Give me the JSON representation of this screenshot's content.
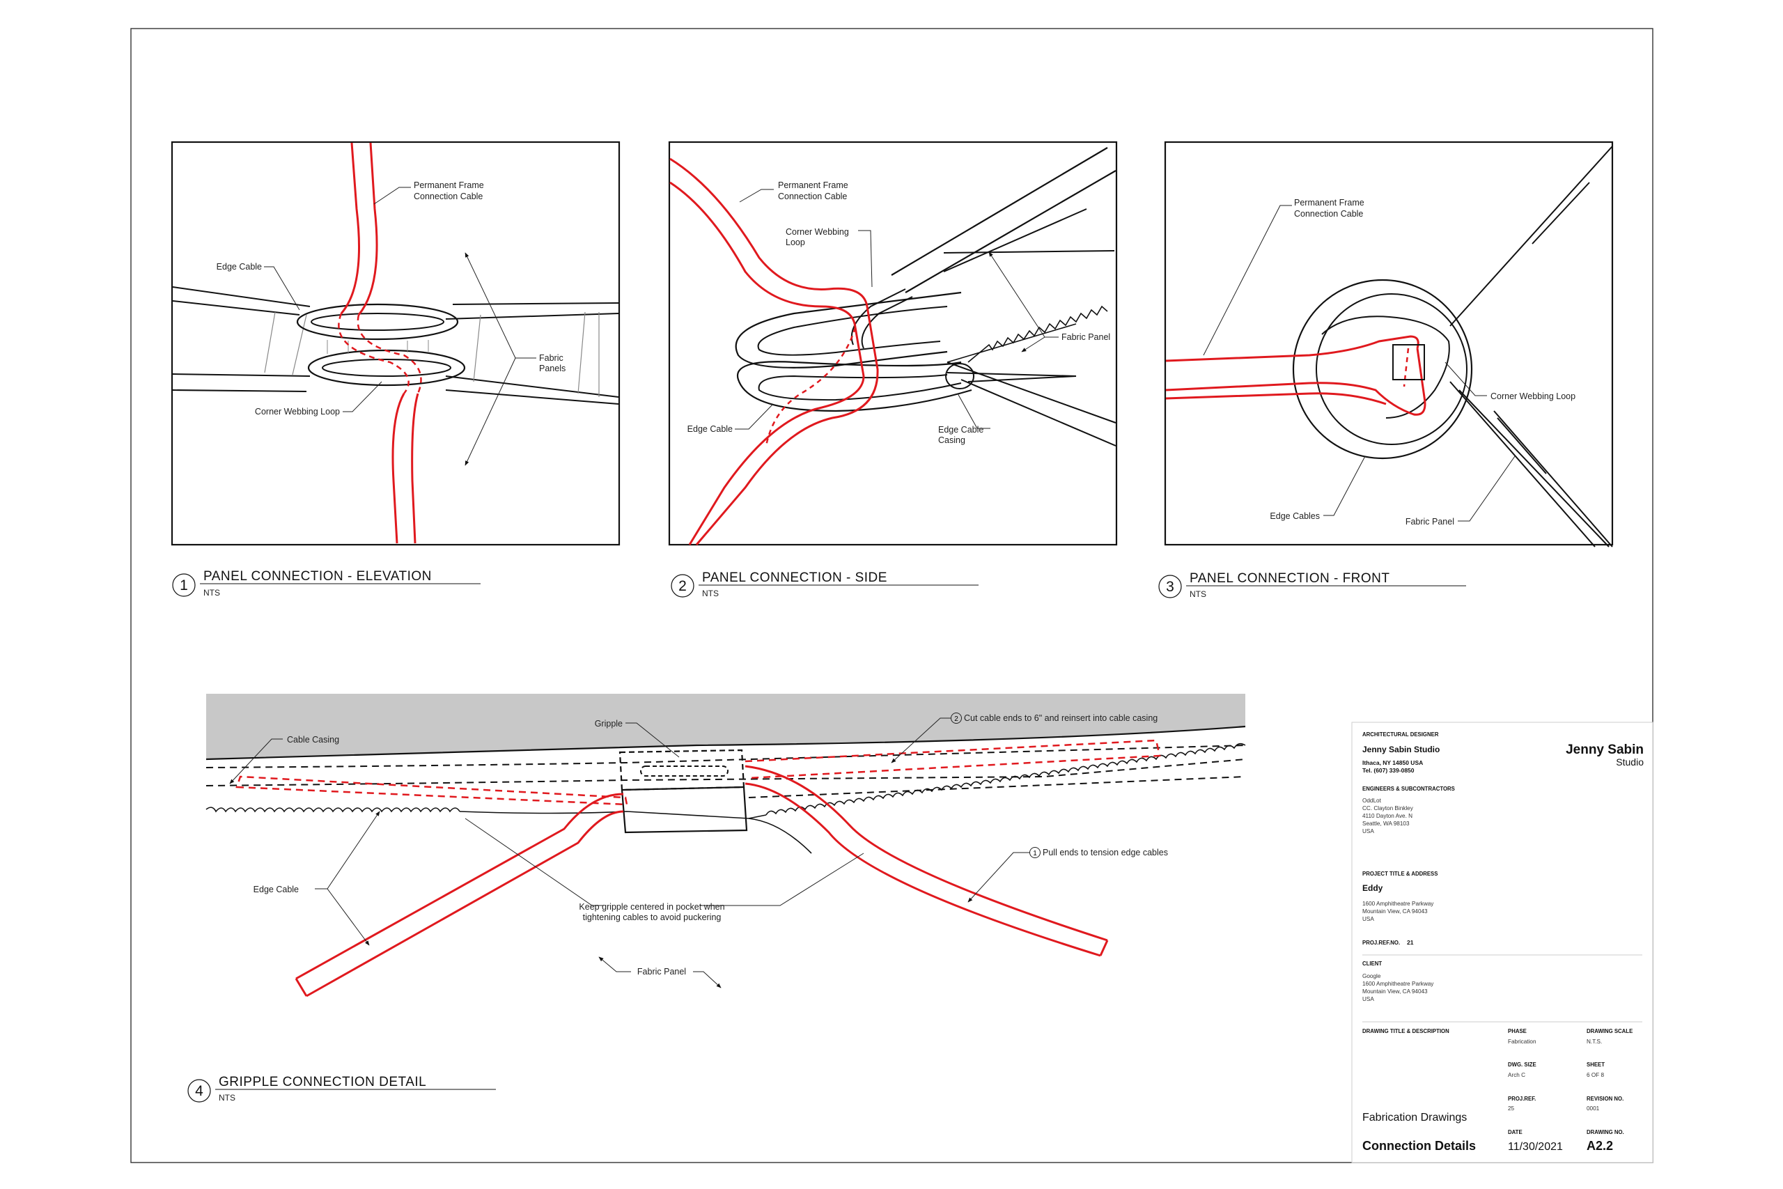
{
  "details": [
    {
      "number": "1",
      "title": "PANEL CONNECTION - ELEVATION",
      "scale": "NTS",
      "labels": {
        "frame_cable": [
          "Permanent Frame",
          "Connection Cable"
        ],
        "edge_cable": "Edge Cable",
        "fabric_panels": [
          "Fabric",
          "Panels"
        ],
        "webbing_loop": "Corner Webbing Loop"
      }
    },
    {
      "number": "2",
      "title": "PANEL CONNECTION - SIDE",
      "scale": "NTS",
      "labels": {
        "frame_cable": [
          "Permanent Frame",
          "Connection Cable"
        ],
        "webbing_loop": [
          "Corner Webbing",
          "Loop"
        ],
        "fabric_panel": "Fabric Panel",
        "edge_cable": "Edge Cable",
        "edge_casing": [
          "Edge Cable",
          "Casing"
        ]
      }
    },
    {
      "number": "3",
      "title": "PANEL CONNECTION - FRONT",
      "scale": "NTS",
      "labels": {
        "frame_cable": [
          "Permanent Frame",
          "Connection Cable"
        ],
        "webbing_loop": "Corner Webbing Loop",
        "edge_cables": "Edge Cables",
        "fabric_panel": "Fabric Panel"
      }
    },
    {
      "number": "4",
      "title": "GRIPPLE CONNECTION DETAIL",
      "scale": "NTS",
      "labels": {
        "cable_casing": "Cable Casing",
        "gripple": "Gripple",
        "step2_num": "2",
        "step2": "Cut cable ends to 6\" and reinsert into cable casing",
        "step1_num": "1",
        "step1": "Pull ends to tension edge cables",
        "edge_cable": "Edge Cable",
        "keep_centered": [
          "Keep gripple centered in pocket when",
          "tightening cables to avoid puckering"
        ],
        "fabric_panel": "Fabric Panel"
      }
    }
  ],
  "title_block": {
    "arch_designer_heading": "ARCHITECTURAL DESIGNER",
    "designer_name": "Jenny Sabin Studio",
    "designer_addr1": "Ithaca, NY 14850 USA",
    "designer_tel": "Tel. (607) 339-0850",
    "logo_line1": "Jenny Sabin",
    "logo_line2": "Studio",
    "engineers_heading": "ENGINEERS & SUBCONTRACTORS",
    "engineer_lines": [
      "OddLot",
      "CC. Clayton Binkley",
      "4110 Dayton Ave. N",
      "Seattle, WA 98103",
      "USA"
    ],
    "project_heading": "PROJECT TITLE & ADDRESS",
    "project_name": "Eddy",
    "project_lines": [
      "1600 Amphitheatre Parkway",
      "Mountain View, CA 94043",
      "USA"
    ],
    "proj_ref_label": "PROJ.REF.NO.",
    "proj_ref_value": "21",
    "client_heading": "CLIENT",
    "client_lines": [
      "Google",
      "1600 Amphitheatre Parkway",
      "Mountain View, CA 94043",
      "USA"
    ],
    "drawing_title_heading": "DRAWING TITLE & DESCRIPTION",
    "phase_label": "PHASE",
    "phase_value": "Fabrication",
    "scale_label": "DRAWING SCALE",
    "scale_value": "N.T.S.",
    "dwg_size_label": "DWG. SIZE",
    "dwg_size_value": "Arch C",
    "sheet_label": "SHEET",
    "sheet_value": "6 OF 8",
    "projref2_label": "PROJ.REF.",
    "projref2_value": "25",
    "revision_label": "REVISION NO.",
    "revision_value": "0001",
    "drawing_subtitle": "Fabrication Drawings",
    "date_label": "DATE",
    "drawing_no_label": "DRAWING NO.",
    "drawing_title": "Connection Details",
    "date_value": "11/30/2021",
    "drawing_no_value": "A2.2"
  },
  "colors": {
    "cable_red": "#e0191e",
    "linework": "#111111",
    "casing_grey": "#c8c8c8"
  }
}
